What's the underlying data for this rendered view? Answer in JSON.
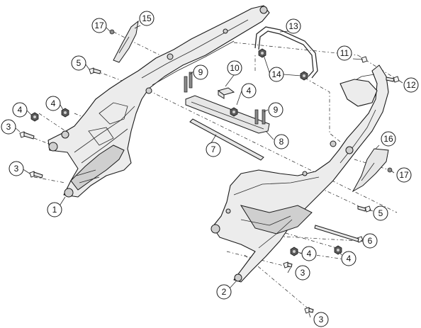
{
  "callouts": {
    "c1": "1",
    "c2": "2",
    "c3a": "3",
    "c3b": "3",
    "c3c": "3",
    "c3d": "3",
    "c4a": "4",
    "c4b": "4",
    "c4c": "4",
    "c4d": "4",
    "c4e": "4",
    "c5a": "5",
    "c5b": "5",
    "c6": "6",
    "c7": "7",
    "c8": "8",
    "c9a": "9",
    "c9b": "9",
    "c10": "10",
    "c11": "11",
    "c12": "12",
    "c13": "13",
    "c14": "14",
    "c15": "15",
    "c16": "16",
    "c17a": "17",
    "c17b": "17"
  }
}
